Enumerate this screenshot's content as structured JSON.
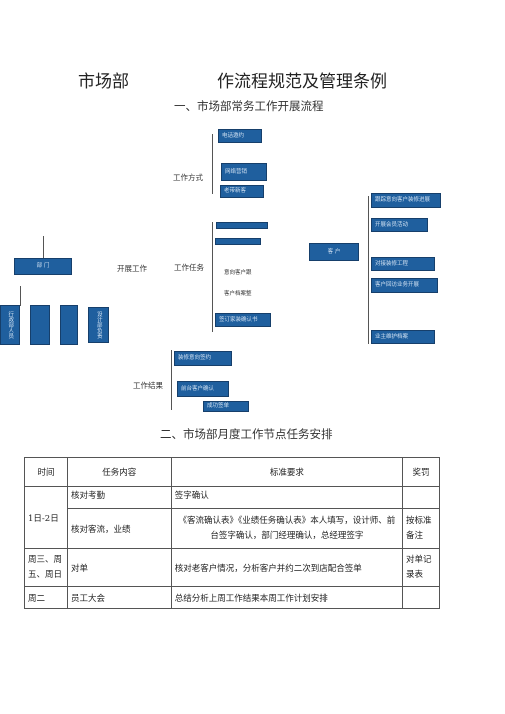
{
  "title_left": "市场部",
  "title_right": "作流程规范及管理条例",
  "section1": "一、市场部常务工作开展流程",
  "section2": "二、市场部月度工作节点任务安排",
  "chart": {
    "label_work_method": "工作方式",
    "label_work_task": "工作任务",
    "label_work_result": "工作结果",
    "label_launch": "开展工作",
    "left_main": "部  门",
    "right_main": "客  户",
    "vertical_left": "行政部人员",
    "vertical_right": "设计部负责",
    "method_boxes": [
      "电话邀约",
      "网络营销",
      "老带新客"
    ],
    "task_plain": [
      "意向客户跟",
      "客户档案整"
    ],
    "task_box_bottom": "签订家装确认书",
    "result_boxes": [
      "装修意向签约",
      "前台客户确认",
      "成功签单"
    ],
    "right_boxes": [
      "跟踪意向客户装修进展",
      "开展会员活动",
      "对接装修工程",
      "客户回访业务开展",
      "业主维护档案"
    ]
  },
  "table": {
    "headers": [
      "时间",
      "任务内容",
      "标准要求",
      "奖罚"
    ],
    "rows": [
      {
        "time": "1日-2日",
        "task": "核对考勤",
        "standard": "签字确认",
        "reward": ""
      },
      {
        "time": "",
        "task": "核对客流，业绩",
        "standard": "《客流确认表》《业绩任务确认表》本人填写，设计师、前台签字确认，部门经理确认，总经理签字",
        "reward": "按标准备注"
      },
      {
        "time": "周三、周五、周日",
        "task": "对单",
        "standard": "核对老客户情况，分析客户并约二次到店配合签单",
        "reward": "对单记录表"
      },
      {
        "time": "周二",
        "task": "员工大会",
        "standard": "总结分析上周工作结果本周工作计划安排",
        "reward": ""
      }
    ]
  }
}
